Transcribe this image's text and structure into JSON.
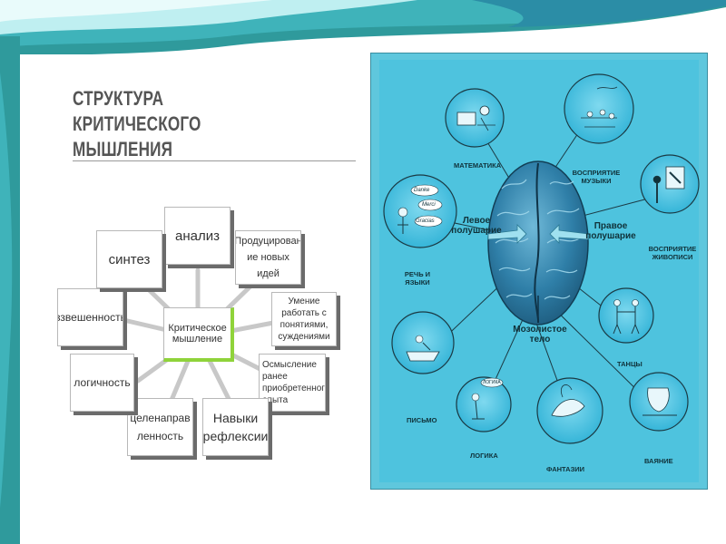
{
  "slide": {
    "band_colors": {
      "teal": "#2f9a9c",
      "light": "#b9eef0",
      "blue": "#3ba9c8"
    }
  },
  "left": {
    "title": "СТРУКТУРА КРИТИЧЕСКОГО МЫШЛЕНИЯ",
    "center": "Критическое мышление",
    "nodes": [
      "анализ",
      "Продуцирован ие новых идей",
      "Умение работать с понятиями, суждениями",
      "Осмысление ранее приобретенного опыта",
      "Навыки рефлексии",
      "целенаправ ленность",
      "логичность",
      "взвешенность",
      "синтез"
    ],
    "center_accent": "#8fd33a"
  },
  "right": {
    "panel_color": "#4ec3de",
    "brain_color": "#2f7fa8",
    "hemispheres": {
      "left": "Левое полушарие",
      "right": "Правое полушарие"
    },
    "corpus": "Мозолистое тело",
    "circles": [
      {
        "label": "МАТЕМАТИКА",
        "icon": "computer-user-icon"
      },
      {
        "label": "ВОСПРИЯТИЕ МУЗЫКИ",
        "icon": "orchestra-icon"
      },
      {
        "label": "ВОСПРИЯТИЕ ЖИВОПИСИ",
        "icon": "painter-icon"
      },
      {
        "label": "ТАНЦЫ",
        "icon": "dancers-icon"
      },
      {
        "label": "ВАЯНИЕ",
        "icon": "sculptor-icon"
      },
      {
        "label": "ФАНТАЗИИ",
        "icon": "fairy-icon"
      },
      {
        "label": "ЛОГИКА",
        "icon": "thinker-icon"
      },
      {
        "label": "ПИСЬМО",
        "icon": "writer-icon"
      },
      {
        "label": "РЕЧЬ И ЯЗЫКИ",
        "icon": "speaker-icon"
      }
    ],
    "speech_bubbles": [
      "Danke",
      "Merci",
      "Gracias"
    ],
    "logic_bubble": "ЛОГИКА"
  }
}
